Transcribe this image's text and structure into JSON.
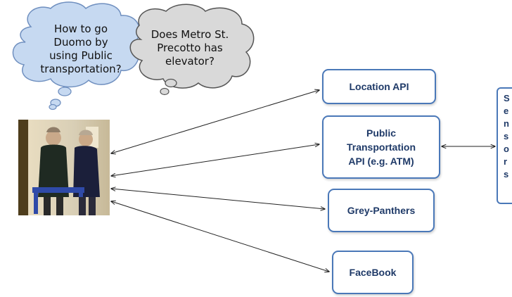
{
  "bubbles": {
    "question_left": [
      "How to go",
      "Duomo by",
      "using Public",
      "transportation?"
    ],
    "question_right": [
      "Does Metro St.",
      "Precotto has",
      "elevator?"
    ]
  },
  "boxes": {
    "location_api": "Location API",
    "public_transport_api": [
      "Public",
      "Transportation",
      "API (e.g. ATM)"
    ],
    "grey_panthers": "Grey-Panthers",
    "facebook": "FaceBook"
  },
  "sensors_chars": [
    "S",
    "e",
    "n",
    "s",
    "o",
    "r",
    "s"
  ],
  "colors": {
    "bubble_blue": "#c6d9f1",
    "bubble_grey": "#d9d9d9",
    "box_border": "#4a78b8",
    "box_text": "#1f3a68"
  }
}
